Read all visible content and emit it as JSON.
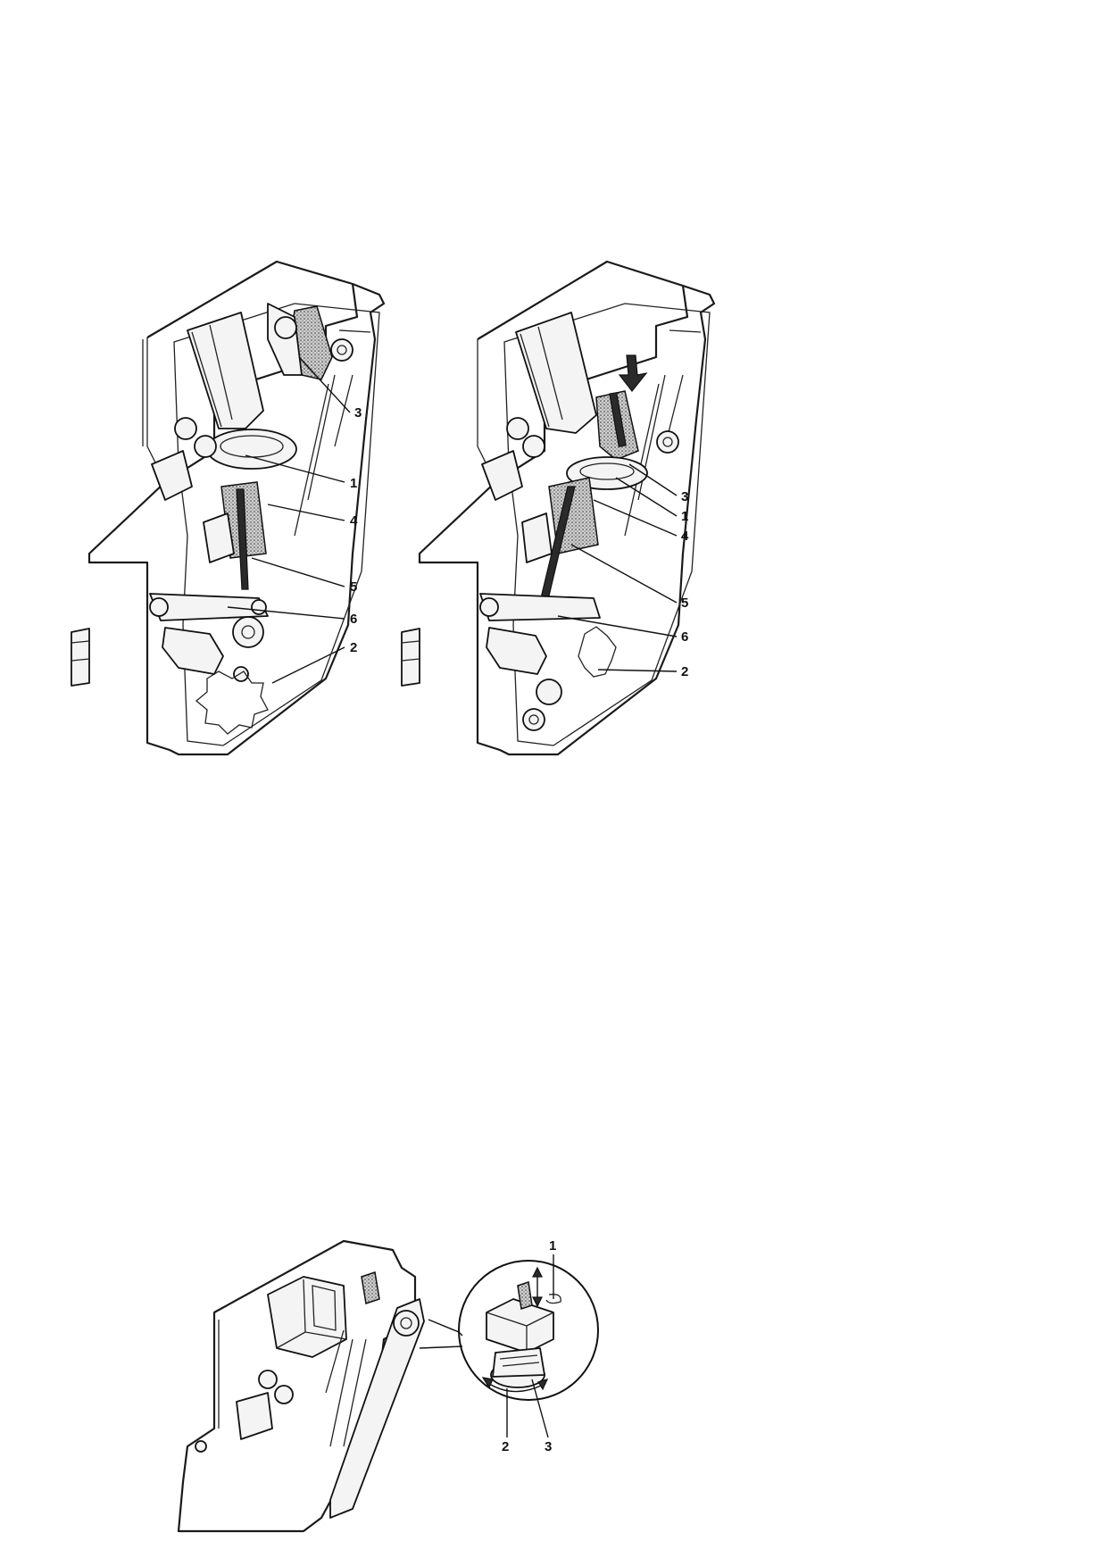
{
  "figures": [
    {
      "id": "left",
      "labels": [
        "3",
        "1",
        "4",
        "5",
        "6",
        "2"
      ]
    },
    {
      "id": "right",
      "labels": [
        "3",
        "1",
        "4",
        "5",
        "6",
        "2"
      ]
    },
    {
      "id": "bottom",
      "labels": [
        "1",
        "2",
        "3"
      ]
    }
  ]
}
